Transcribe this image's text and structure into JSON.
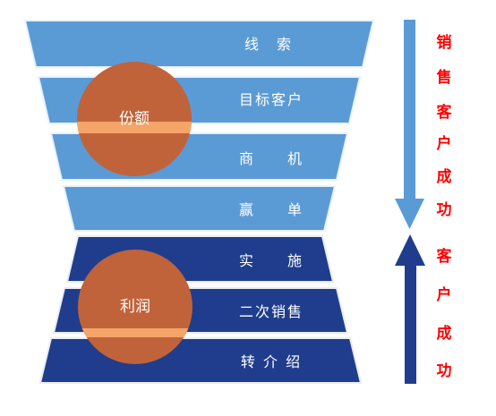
{
  "stages_top": [
    {
      "label": "线　索"
    },
    {
      "label": "目标客户"
    },
    {
      "label": "商　　机"
    },
    {
      "label": "赢　　单"
    }
  ],
  "stages_bottom": [
    {
      "label": "实　　施"
    },
    {
      "label": "二次销售"
    },
    {
      "label": "转 介 绍"
    }
  ],
  "circles": {
    "top": {
      "label": "份额"
    },
    "bottom": {
      "label": "利润"
    }
  },
  "side_labels": {
    "top_chars": [
      "销",
      "售",
      "客",
      "户",
      "成",
      "功"
    ],
    "bottom_chars": [
      "客",
      "户",
      "成",
      "功"
    ]
  },
  "colors": {
    "light_blue": "#5b9bd5",
    "light_blue_border": "#e8f1fa",
    "dark_blue": "#1f3d8c",
    "dark_blue_border": "#e8ecf5",
    "circle_fill": "#c0633a",
    "circle_band": "#f5a46a",
    "side_text": "#ff0000",
    "arrow_down": "#5b9bd5",
    "arrow_up": "#1f3d8c"
  }
}
